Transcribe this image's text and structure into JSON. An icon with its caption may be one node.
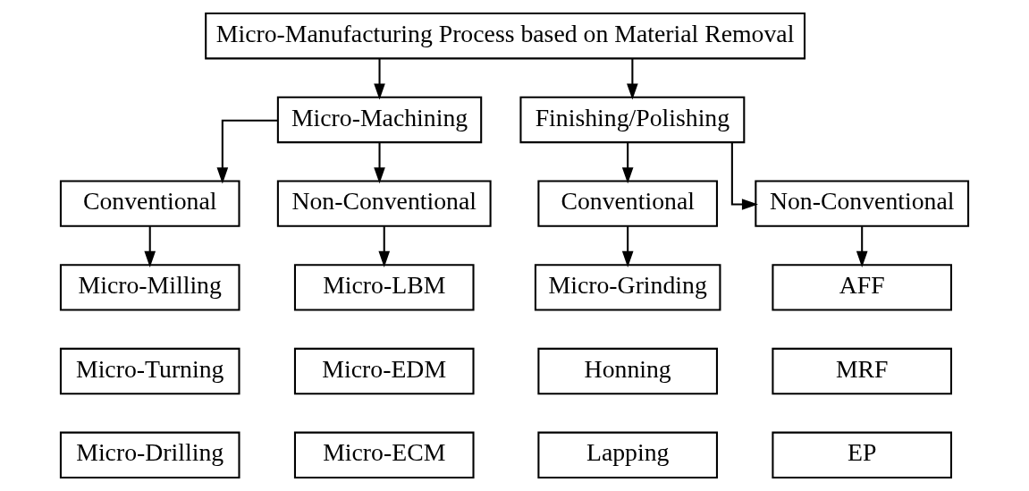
{
  "diagram": {
    "nodes": [
      {
        "text": [
          "Micro-Manufacturing Process based on Material Removal"
        ]
      },
      {
        "text": [
          "Micro-Machining"
        ]
      },
      {
        "text": [
          "Finishing/Polishing"
        ]
      },
      {
        "text": [
          "Conventional"
        ]
      },
      {
        "text": [
          "Non-Conventional"
        ]
      },
      {
        "text": [
          "Conventional"
        ]
      },
      {
        "text": [
          "Non-Conventional"
        ]
      },
      {
        "text": [
          "Micro-Milling"
        ]
      },
      {
        "text": [
          "Micro-LBM"
        ]
      },
      {
        "text": [
          "Micro-Grinding"
        ]
      },
      {
        "text": [
          "AFF"
        ]
      },
      {
        "text": [
          "Micro-Turning"
        ]
      },
      {
        "text": [
          "Micro-EDM"
        ]
      },
      {
        "text": [
          "Honning"
        ]
      },
      {
        "text": [
          "MRF"
        ]
      },
      {
        "text": [
          "Micro-Drilling"
        ]
      },
      {
        "text": [
          "Micro-ECM"
        ]
      },
      {
        "text": [
          "Lapping"
        ]
      },
      {
        "text": [
          "EP"
        ]
      }
    ],
    "edges": [
      {
        "from": 0,
        "to": 1,
        "arrow": "to"
      },
      {
        "from": 0,
        "to": 2,
        "arrow": "to"
      },
      {
        "from": 1,
        "to": 3,
        "arrow": "to"
      },
      {
        "from": 1,
        "to": 4,
        "arrow": "to"
      },
      {
        "from": 2,
        "to": 5,
        "arrow": "to"
      },
      {
        "from": 2,
        "to": 6,
        "arrow": "to"
      },
      {
        "from": 3,
        "to": 7,
        "arrow": "to"
      },
      {
        "from": 4,
        "to": 8,
        "arrow": "to"
      },
      {
        "from": 5,
        "to": 9,
        "arrow": "to"
      },
      {
        "from": 6,
        "to": 10,
        "arrow": "to"
      }
    ]
  }
}
